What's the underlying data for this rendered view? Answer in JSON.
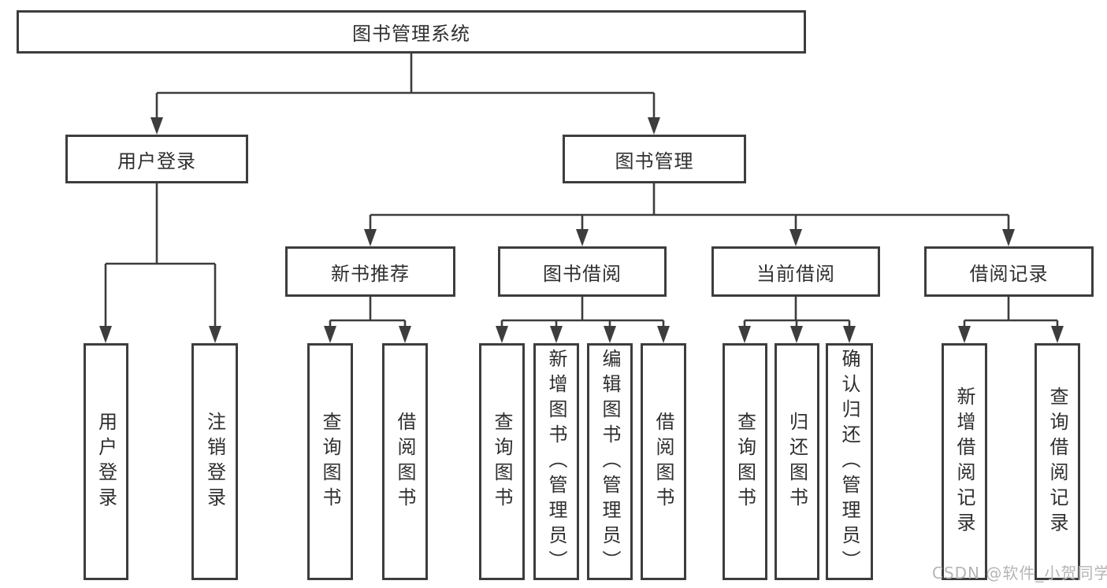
{
  "diagram": {
    "root": {
      "label": "图书管理系统"
    },
    "branches": [
      {
        "label": "用户登录",
        "children": [
          {
            "label": "用户登录"
          },
          {
            "label": "注销登录"
          }
        ]
      },
      {
        "label": "图书管理",
        "children": [
          {
            "label": "新书推荐",
            "children": [
              {
                "label": "查询图书"
              },
              {
                "label": "借阅图书"
              }
            ]
          },
          {
            "label": "图书借阅",
            "children": [
              {
                "label": "查询图书"
              },
              {
                "label": "新增图书（管理员）"
              },
              {
                "label": "编辑图书（管理员）"
              },
              {
                "label": "借阅图书"
              }
            ]
          },
          {
            "label": "当前借阅",
            "children": [
              {
                "label": "查询图书"
              },
              {
                "label": "归还图书"
              },
              {
                "label": "确认归还（管理员）"
              }
            ]
          },
          {
            "label": "借阅记录",
            "children": [
              {
                "label": "新增借阅记录"
              },
              {
                "label": "查询借阅记录"
              }
            ]
          }
        ]
      }
    ],
    "colors": {
      "line": "#3d3d3d",
      "text": "#2f2f2f",
      "background": "#ffffff",
      "watermark": "#b5b5b5"
    }
  },
  "watermark": {
    "text": "CSDN @软件_小贺同学"
  }
}
